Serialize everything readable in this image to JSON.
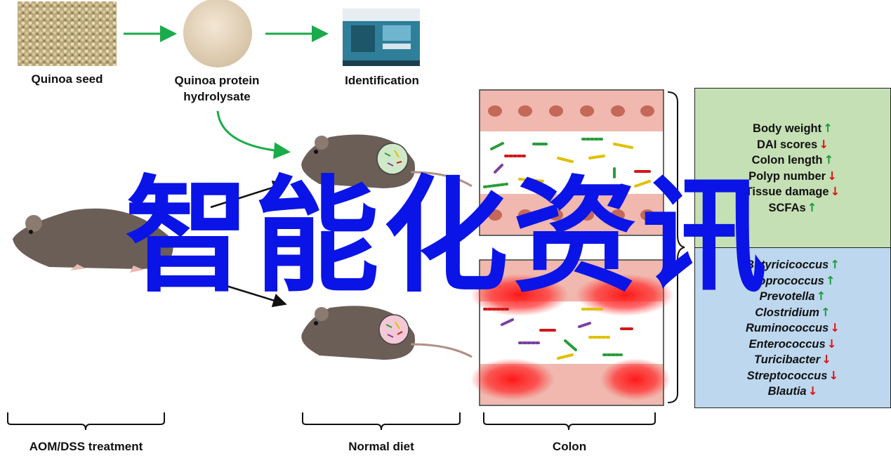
{
  "labels": {
    "quinoa_seed": "Quinoa seed",
    "hydrolysate_line1": "Quinoa protein",
    "hydrolysate_line2": "hydrolysate",
    "identification": "Identification",
    "aom_dss": "AOM/DSS treatment",
    "normal_diet": "Normal diet",
    "colon": "Colon"
  },
  "green_panel": [
    {
      "text": "Body weight",
      "italic": false,
      "dir": "up"
    },
    {
      "text": "DAI scores",
      "italic": false,
      "dir": "down"
    },
    {
      "text": "Colon length",
      "italic": false,
      "dir": "up"
    },
    {
      "text": "Polyp number",
      "italic": false,
      "dir": "down"
    },
    {
      "text": "Tissue damage",
      "italic": false,
      "dir": "down"
    },
    {
      "text": "SCFAs",
      "italic": false,
      "dir": "up"
    }
  ],
  "blue_panel": [
    {
      "text": "Butyricicoccus",
      "italic": true,
      "dir": "up"
    },
    {
      "text": "Coprococcus",
      "italic": true,
      "dir": "up"
    },
    {
      "text": "Prevotella",
      "italic": true,
      "dir": "up"
    },
    {
      "text": "Clostridium",
      "italic": true,
      "dir": "up"
    },
    {
      "text": "Ruminococcus",
      "italic": true,
      "dir": "down"
    },
    {
      "text": "Enterococcus",
      "italic": true,
      "dir": "down"
    },
    {
      "text": "Turicibacter",
      "italic": true,
      "dir": "down"
    },
    {
      "text": "Streptococcus",
      "italic": true,
      "dir": "down"
    },
    {
      "text": "Blautia",
      "italic": true,
      "dir": "down"
    }
  ],
  "watermark": "智能化资讯",
  "colors": {
    "arrow_green": "#1aab4a",
    "up": "#1a9c3a",
    "down": "#e01010",
    "panel_green": "#c5e0b4",
    "panel_blue": "#bdd7ee",
    "watermark": "#0a14e6"
  }
}
